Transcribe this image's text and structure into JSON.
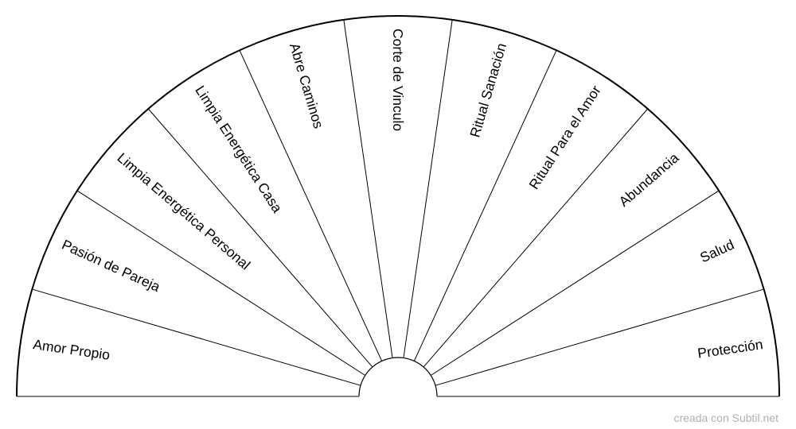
{
  "chart": {
    "sectors": [
      "Amor Propio",
      "Pasión de Pareja",
      "Limpia Energética Personal",
      "Limpia Energética Casa",
      "Abre Caminos",
      "Corte de Vinculo",
      "Ritual Sanación",
      "Ritual Para el Amor",
      "Abundancia",
      "Salud",
      "Protección"
    ]
  },
  "footer": "creada con Subtil.net"
}
